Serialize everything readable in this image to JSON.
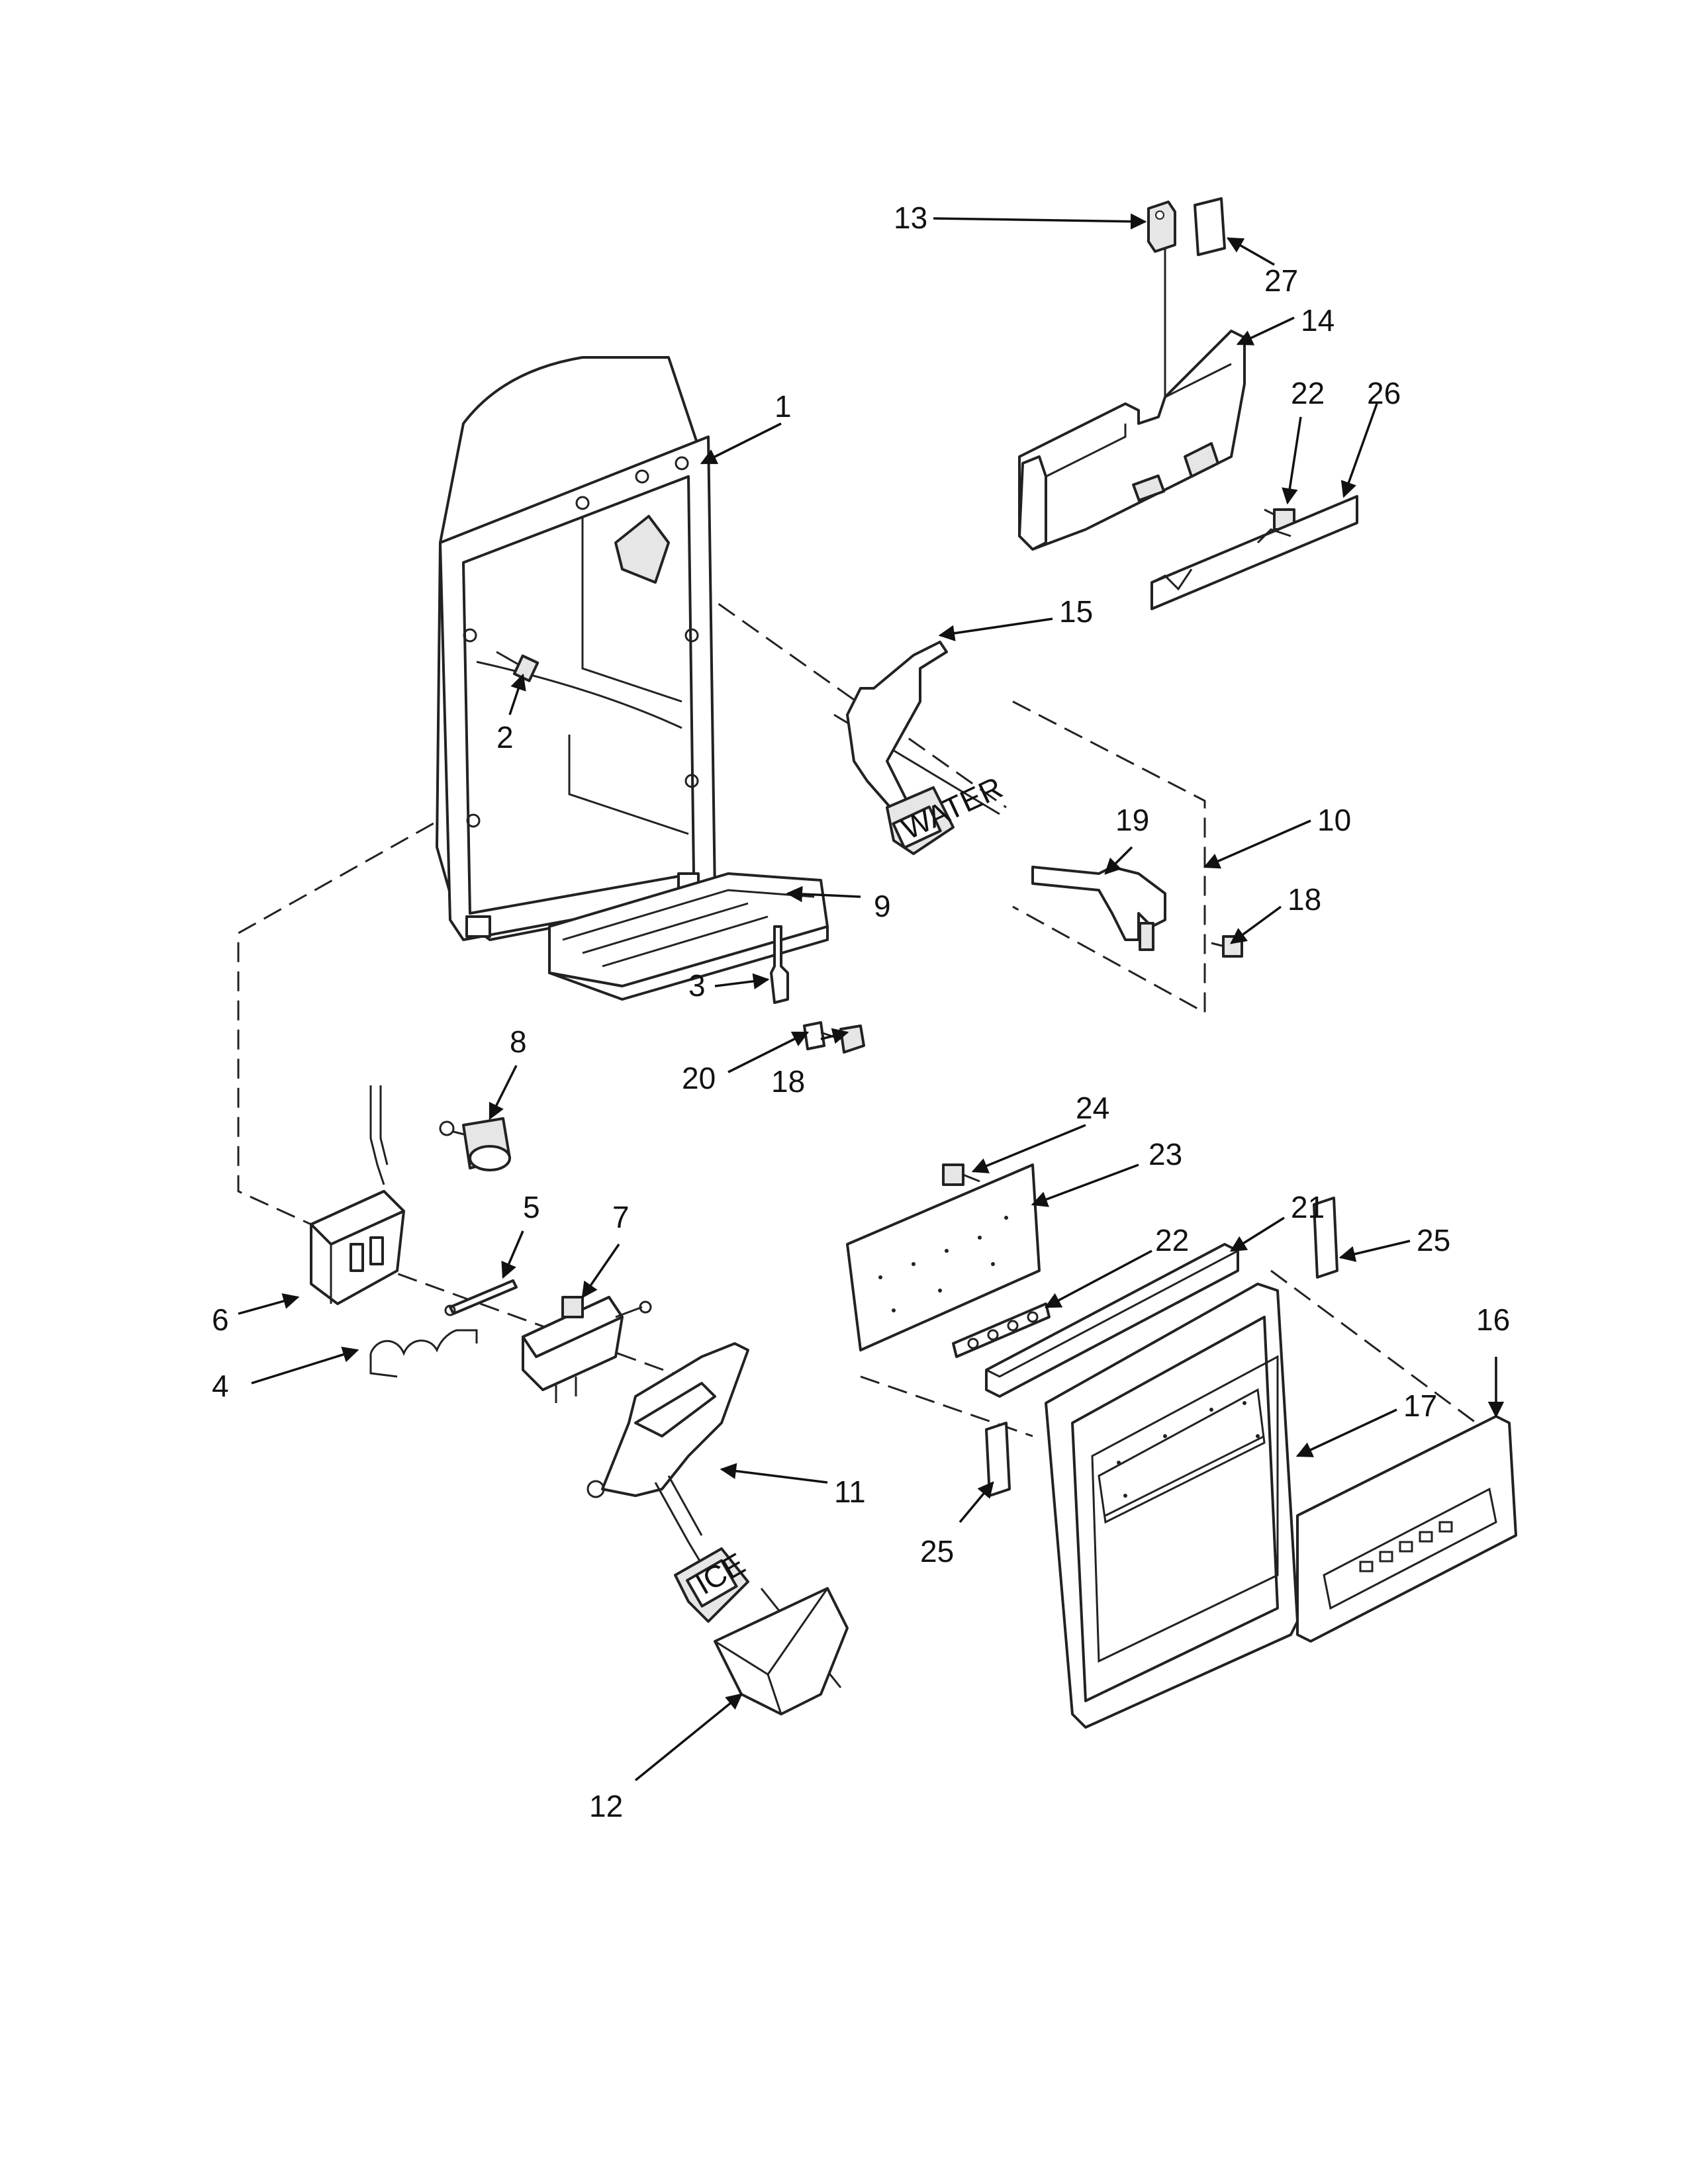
{
  "colors": {
    "line": "#222222",
    "fill": "#e6e6e6",
    "background": "#ffffff"
  },
  "callouts": {
    "c1": "1",
    "c2": "2",
    "c3": "3",
    "c4": "4",
    "c5": "5",
    "c6": "6",
    "c7": "7",
    "c8": "8",
    "c9": "9",
    "c10": "10",
    "c11": "11",
    "c12": "12",
    "c13": "13",
    "c14": "14",
    "c15": "15",
    "c16": "16",
    "c17": "17",
    "c18a": "18",
    "c18b": "18",
    "c19": "19",
    "c20": "20",
    "c21": "21",
    "c22a": "22",
    "c22b": "22",
    "c23": "23",
    "c24": "24",
    "c25a": "25",
    "c25b": "25",
    "c26": "26",
    "c27": "27"
  },
  "labels": {
    "water_paddle": "WATER",
    "ice_paddle": "ICE"
  }
}
